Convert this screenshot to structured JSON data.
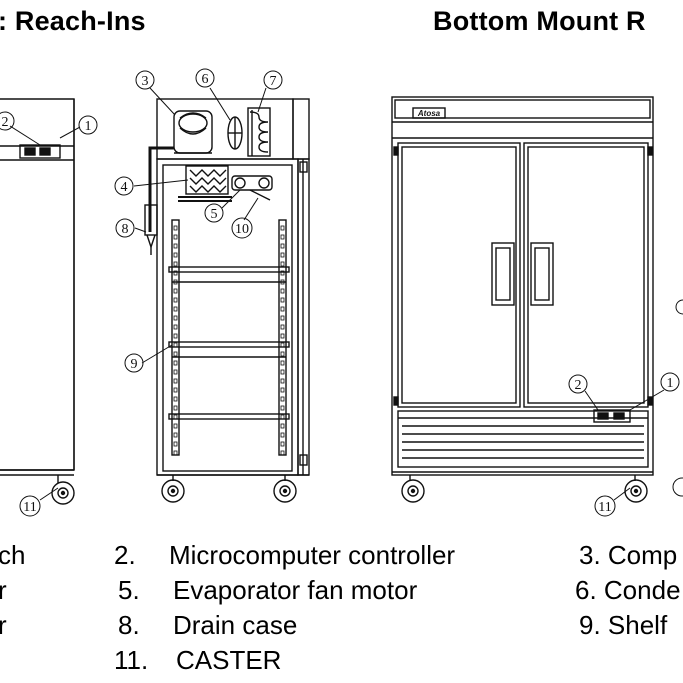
{
  "titles": {
    "left": ": Reach-Ins",
    "right": "Bottom Mount  R"
  },
  "brand": "Atosa",
  "callouts": {
    "c1": "1",
    "c2": "2",
    "c3": "3",
    "c4": "4",
    "c5": "5",
    "c6": "6",
    "c7": "7",
    "c8": "8",
    "c9": "9",
    "c10": "10",
    "c11": "11"
  },
  "legend": [
    {
      "id": "l1",
      "text": "ch"
    },
    {
      "id": "l2",
      "num": "2.",
      "label": "Microcomputer controller"
    },
    {
      "id": "l3",
      "text": "3. Comp"
    },
    {
      "id": "l4",
      "text": "r"
    },
    {
      "id": "l5",
      "num": "5.",
      "label": "Evaporator fan motor"
    },
    {
      "id": "l6",
      "text": "6. Conde"
    },
    {
      "id": "l7",
      "text": "r"
    },
    {
      "id": "l8",
      "num": "8.",
      "label": "Drain case"
    },
    {
      "id": "l9",
      "text": "9. Shelf"
    },
    {
      "id": "l11",
      "num": "11.",
      "label": "CASTER"
    }
  ],
  "colors": {
    "line": "#111111",
    "background": "#ffffff"
  }
}
